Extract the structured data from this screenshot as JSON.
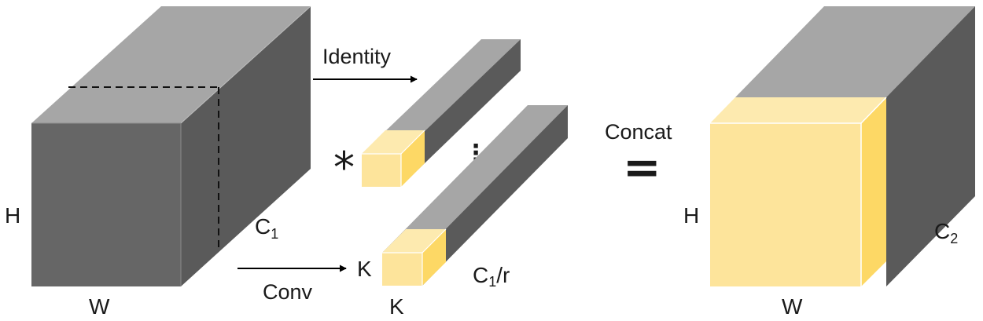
{
  "colors": {
    "gray_front": "#666666",
    "gray_side": "#5a5a5a",
    "gray_top": "#a6a6a6",
    "yellow_front": "#fde49b",
    "yellow_light": "#fdeaaf",
    "yellow_side": "#fdd865",
    "stroke_light": "#ffffff",
    "arrow": "#000000"
  },
  "input_cube": {
    "height_label": "H",
    "width_label": "W",
    "channel_label": "C",
    "channel_sub": "1"
  },
  "identity_branch": {
    "arrow_label": "Identity"
  },
  "operator_star": "*",
  "ellipsis": "⋮",
  "conv_branch": {
    "arrow_label": "Conv",
    "kernel_height_label": "K",
    "kernel_width_label": "K",
    "channel_label_pre": "C",
    "channel_sub": "1",
    "channel_label_post": "/r"
  },
  "concat": {
    "label": "Concat",
    "operator": "="
  },
  "output_cube": {
    "height_label": "H",
    "width_label": "W",
    "channel_label": "C",
    "channel_sub": "2"
  }
}
